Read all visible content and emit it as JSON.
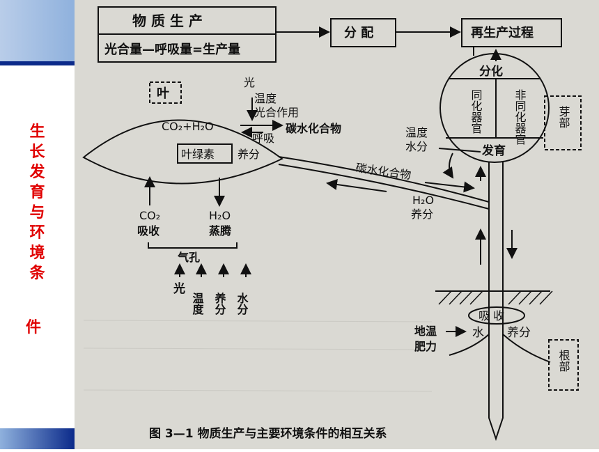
{
  "sidebar": {
    "title_chars": [
      "生",
      "长",
      "发",
      "育",
      "与",
      "环",
      "境",
      "条"
    ],
    "title_last": "件",
    "title_color": "#e00000",
    "accent_color": "#0b2a8a"
  },
  "diagram": {
    "box_material_production": "物 质 生 产",
    "equation": "光合量—呼吸量=生产量",
    "box_distribution": "分 配",
    "box_reproduction": "再生产过程",
    "leaf_label": "叶",
    "light_top": "光",
    "temperature": "温度",
    "photosynthesis": "光合作用",
    "reaction": "CO₂+H₂O",
    "respiration": "呼吸",
    "carbohydrate_out": "碳水化合物",
    "chlorophyll": "叶绿素",
    "nutrient_leaf": "养分",
    "co2": "CO₂",
    "absorb": "吸收",
    "h2o": "H₂O",
    "transpiration": "蒸腾",
    "stomata": "气孔",
    "factors": [
      "光",
      "温度",
      "养分",
      "水分"
    ],
    "differentiation": "分化",
    "homologous_organs": "同化器官",
    "non_homologous_organs": "非同化器官",
    "bud": "芽部",
    "temp_node": "温度",
    "water_node": "水分",
    "development": "发育",
    "carbohydrate_stem": "碳水化合物",
    "h2o_stem": "H₂O",
    "nutrient_stem": "养分",
    "absorption": "吸 收",
    "soil_temp": "地温",
    "fertility": "肥力",
    "water_root": "水",
    "nutrient_root": "养分",
    "root": "根部",
    "caption": "图 3—1  物质生产与主要环境条件的相互关系"
  }
}
